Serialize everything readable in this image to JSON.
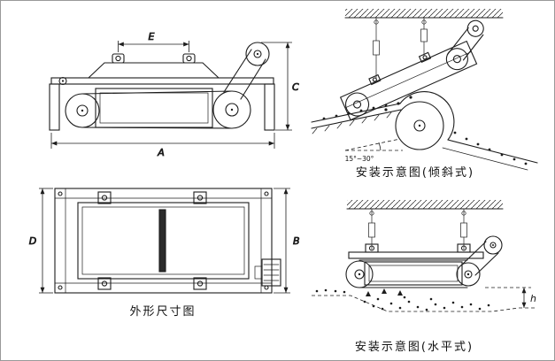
{
  "figure": {
    "captions": {
      "outline": "外形尺寸图",
      "inclined": "安装示意图(倾斜式)",
      "horizontal": "安装示意图(水平式)"
    },
    "dimensions": {
      "e": "E",
      "a": "A",
      "c": "C",
      "d": "D",
      "b": "B",
      "h": "h",
      "angle": "15°~30°"
    },
    "colors": {
      "line": "#1d1d1d",
      "background": "#ffffff"
    }
  }
}
